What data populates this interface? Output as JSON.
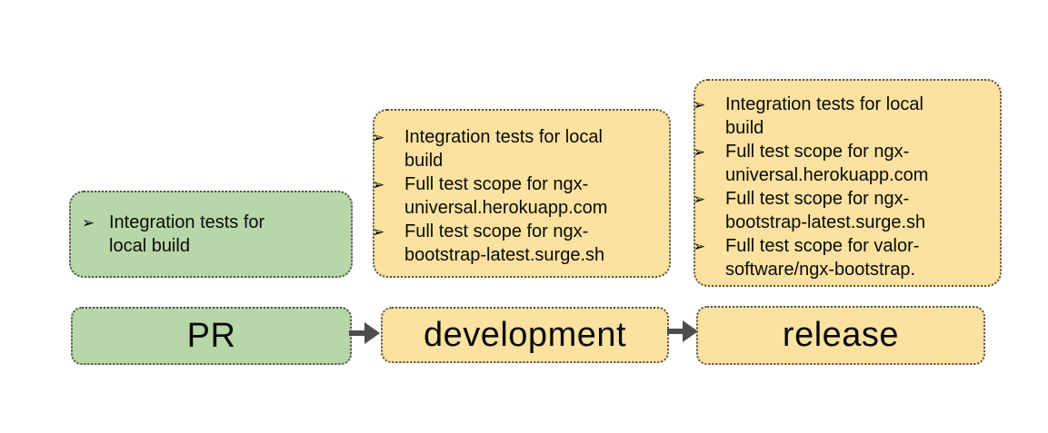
{
  "icons": {
    "bullet": "➢"
  },
  "colors": {
    "green_fill": "#b7d7a9",
    "yellow_fill": "#fbe2a0",
    "border_dots": "#4f4f4f",
    "arrow": "#4d4d4d",
    "text": "#0a0a0a"
  },
  "stages": [
    {
      "label": "PR",
      "tests": [
        "Integration tests for local build"
      ]
    },
    {
      "label": "development",
      "tests": [
        "Integration tests for local build",
        "Full test scope for ngx-universal.herokuapp.com",
        "Full test scope for ngx-bootstrap-latest.surge.sh"
      ]
    },
    {
      "label": "release",
      "tests": [
        "Integration tests for local build",
        "Full test scope for ngx-universal.herokuapp.com",
        "Full test scope for ngx-bootstrap-latest.surge.sh",
        "Full test scope for valor-software/ngx-bootstrap."
      ]
    }
  ]
}
